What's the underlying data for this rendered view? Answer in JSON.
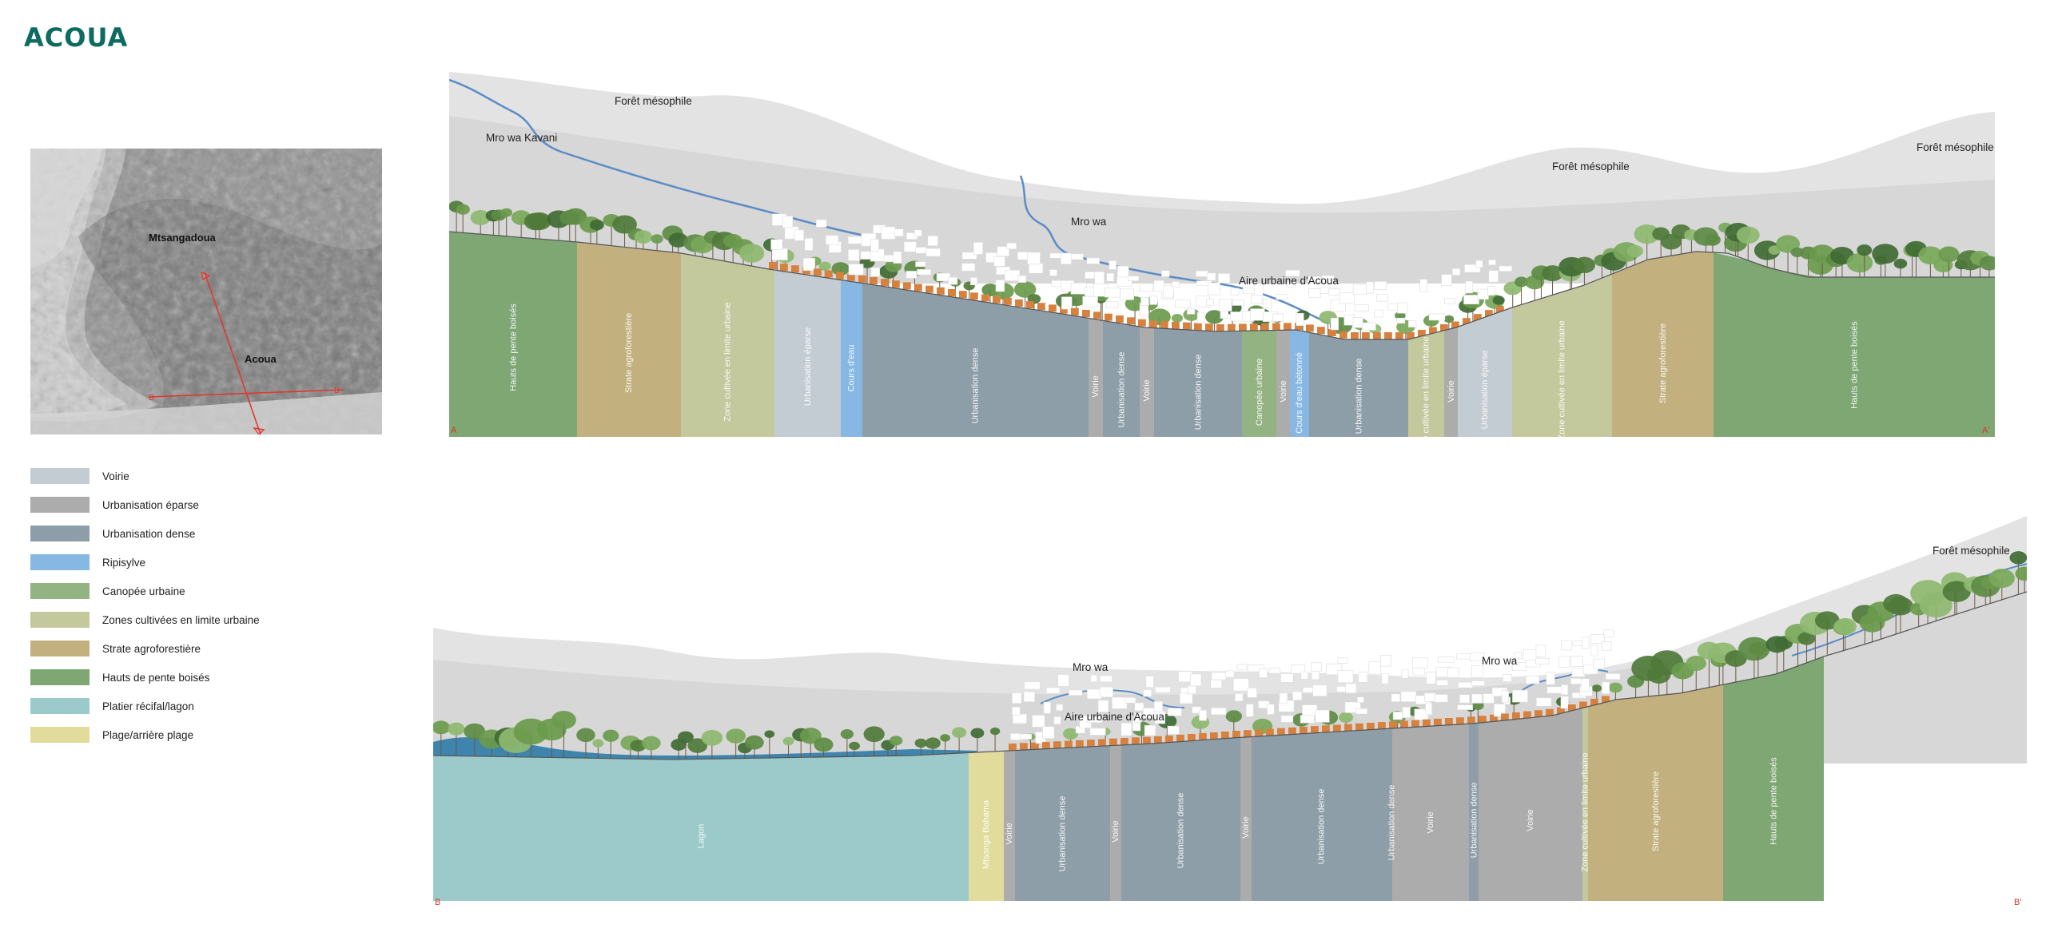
{
  "title": "ACOUA",
  "map": {
    "labels": [
      {
        "id": "mtsangadoua",
        "text": "Mtsangadoua"
      },
      {
        "id": "acoua",
        "text": "Acoua"
      }
    ],
    "cut_markers": [
      "B",
      "B'",
      "A",
      "A'"
    ],
    "cut_color": "#e0382d"
  },
  "legend": [
    {
      "label": "Voirie",
      "color": "#c3ccd3"
    },
    {
      "label": "Urbanisation éparse",
      "color": "#acacac"
    },
    {
      "label": "Urbanisation dense",
      "color": "#8e9ea9"
    },
    {
      "label": "Ripisylve",
      "color": "#86b8e3"
    },
    {
      "label": "Canopée urbaine",
      "color": "#94b383"
    },
    {
      "label": "Zones cultivées en limite urbaine",
      "color": "#c3c99d"
    },
    {
      "label": "Strate agroforestière",
      "color": "#c2b07f"
    },
    {
      "label": "Hauts de pente boisés",
      "color": "#7ea774"
    },
    {
      "label": "Platier récifal/lagon",
      "color": "#9ccaca"
    },
    {
      "label": "Plage/arrière plage",
      "color": "#e1dc9c"
    }
  ],
  "section_a": {
    "start_letter": "A",
    "end_letter": "A'",
    "labels": [
      {
        "id": "mro-wa-kavani",
        "text": "Mro wa Kavani"
      },
      {
        "id": "foret-mesophile-1",
        "text": "Forêt mésophile"
      },
      {
        "id": "mro-wa",
        "text": "Mro wa"
      },
      {
        "id": "aire-urbaine",
        "text": "Aire urbaine d'Acoua"
      },
      {
        "id": "foret-mesophile-2",
        "text": "Forêt mésophile"
      },
      {
        "id": "foret-mesophile-3",
        "text": "Forêt mésophile"
      }
    ],
    "bands": [
      {
        "label": "Hauts de pente boisés",
        "color": "#7ea774"
      },
      {
        "label": "Strate agroforestière",
        "color": "#c2b07f"
      },
      {
        "label": "Zone cultivée en limite urbaine",
        "color": "#c3c99d"
      },
      {
        "label": "Urbanisation éparse",
        "color": "#c3ccd3"
      },
      {
        "label": "Cours d'eau",
        "color": "#86b8e3"
      },
      {
        "label": "Urbanisation dense",
        "color": "#8e9ea9"
      },
      {
        "label": "Voirie",
        "color": "#acacac"
      },
      {
        "label": "Urbanisation dense",
        "color": "#8e9ea9"
      },
      {
        "label": "Voirie",
        "color": "#acacac"
      },
      {
        "label": "Urbanisation dense",
        "color": "#8e9ea9"
      },
      {
        "label": "Canopée urbaine",
        "color": "#94b383"
      },
      {
        "label": "Voirie",
        "color": "#acacac"
      },
      {
        "label": "Cours d'eau bétonné",
        "color": "#86b8e3"
      },
      {
        "label": "Urbanisation dense",
        "color": "#8e9ea9"
      },
      {
        "label": "Zone cultivée en limite urbaine",
        "color": "#c3c99d"
      },
      {
        "label": "Voirie",
        "color": "#acacac"
      },
      {
        "label": "Urbanisation éparse",
        "color": "#c3ccd3"
      },
      {
        "label": "Zone cultivée en limite urbaine",
        "color": "#c3c99d"
      },
      {
        "label": "Strate agroforestière",
        "color": "#c2b07f"
      },
      {
        "label": "Hauts de pente boisés",
        "color": "#7ea774"
      }
    ]
  },
  "section_b": {
    "start_letter": "B",
    "end_letter": "B'",
    "labels": [
      {
        "id": "mro-wa-1",
        "text": "Mro wa"
      },
      {
        "id": "aire-urbaine",
        "text": "Aire urbaine d'Acoua"
      },
      {
        "id": "mro-wa-2",
        "text": "Mro wa"
      },
      {
        "id": "foret-mesophile",
        "text": "Forêt mésophile"
      }
    ],
    "bands": [
      {
        "label": "Lagon",
        "color": "#9ccaca"
      },
      {
        "label": "Mtsanga Bahama",
        "color": "#e1dc9c"
      },
      {
        "label": "Voirie",
        "color": "#acacac"
      },
      {
        "label": "Urbanisation dense",
        "color": "#8e9ea9"
      },
      {
        "label": "Voirie",
        "color": "#acacac"
      },
      {
        "label": "Urbanisation dense",
        "color": "#8e9ea9"
      },
      {
        "label": "Voirie",
        "color": "#acacac"
      },
      {
        "label": "Urbanisation dense",
        "color": "#8e9ea9"
      },
      {
        "label": "Urbanisation dense",
        "color": "#8e9ea9"
      },
      {
        "label": "Voirie",
        "color": "#acacac"
      },
      {
        "label": "Urbanisation dense",
        "color": "#8e9ea9"
      },
      {
        "label": "Voirie",
        "color": "#acacac"
      },
      {
        "label": "Zone cultivée en limite urbaine",
        "color": "#c3c99d"
      },
      {
        "label": "Strate agroforestière",
        "color": "#c2b07f"
      },
      {
        "label": "Hauts de pente boisés",
        "color": "#7ea774"
      }
    ]
  }
}
